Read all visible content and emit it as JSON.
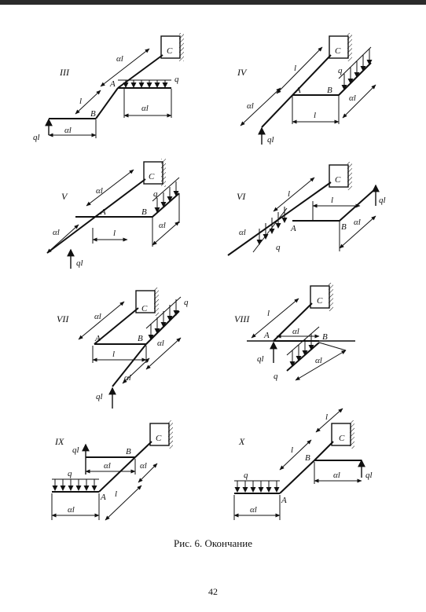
{
  "figure": {
    "caption": "Рис. 6. Окончание",
    "page_number": "42",
    "panels": [
      {
        "id": "III",
        "numeral": "III",
        "labels": [
          "αl",
          "C",
          "A",
          "q",
          "l",
          "B",
          "αl",
          "ql",
          "αl"
        ]
      },
      {
        "id": "IV",
        "numeral": "IV",
        "labels": [
          "l",
          "C",
          "q",
          "A",
          "B",
          "αl",
          "αl",
          "l",
          "ql"
        ]
      },
      {
        "id": "V",
        "numeral": "V",
        "labels": [
          "αl",
          "C",
          "q",
          "A",
          "B",
          "αl",
          "l",
          "αl",
          "ql"
        ]
      },
      {
        "id": "VI",
        "numeral": "VI",
        "labels": [
          "l",
          "C",
          "l",
          "ql",
          "A",
          "αl",
          "B",
          "αl",
          "q"
        ]
      },
      {
        "id": "VII",
        "numeral": "VII",
        "labels": [
          "αl",
          "C",
          "q",
          "A",
          "B",
          "αl",
          "l",
          "αl",
          "ql"
        ]
      },
      {
        "id": "VIII",
        "numeral": "VIII",
        "labels": [
          "l",
          "C",
          "A",
          "αl",
          "B",
          "ql",
          "αl",
          "q"
        ]
      },
      {
        "id": "IX",
        "numeral": "IX",
        "labels": [
          "ql",
          "B",
          "C",
          "q",
          "αl",
          "αl",
          "A",
          "l",
          "αl"
        ]
      },
      {
        "id": "X",
        "numeral": "X",
        "labels": [
          "l",
          "C",
          "l",
          "B",
          "q",
          "αl",
          "ql",
          "A",
          "αl"
        ]
      }
    ]
  }
}
